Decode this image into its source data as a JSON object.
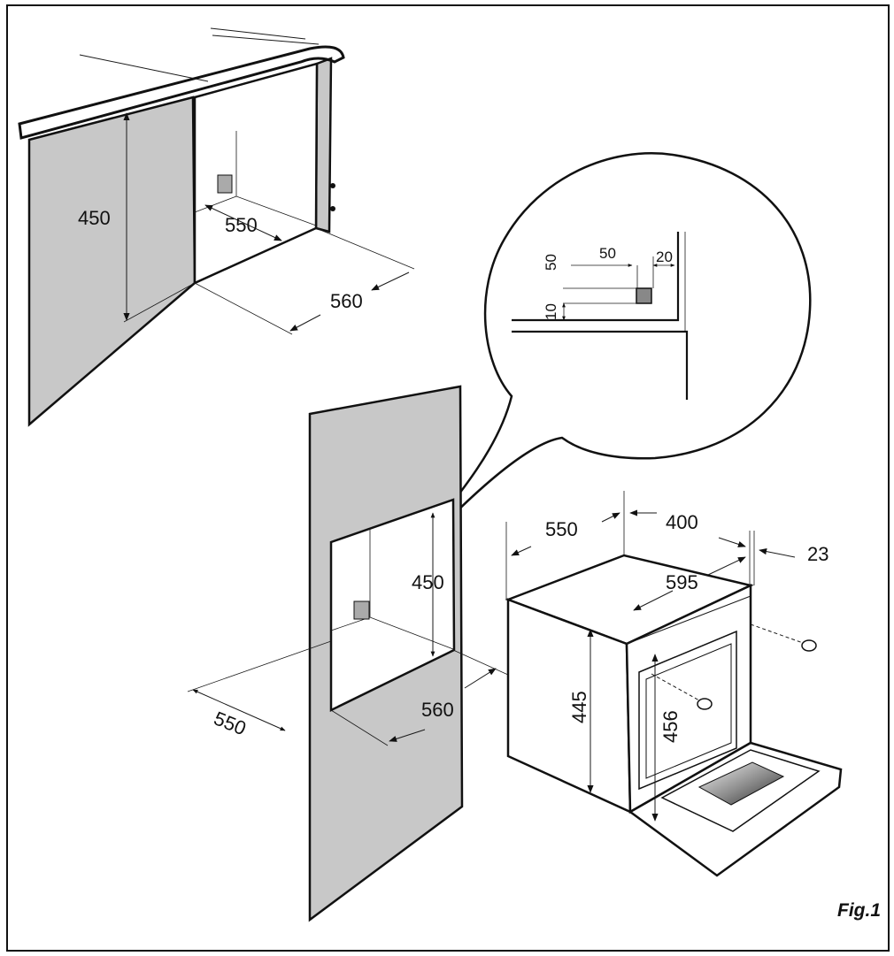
{
  "figure": {
    "caption": "Fig.1",
    "colors": {
      "panel": "#c8c8c8",
      "line": "#111111",
      "background": "#ffffff"
    },
    "cabinet_under_counter": {
      "height": "450",
      "inner_depth": "550",
      "width": "560"
    },
    "detail_zoom": {
      "offset_horizontal": "50",
      "offset_edge": "20",
      "height_top": "50",
      "height_bottom": "10"
    },
    "tall_cabinet": {
      "height": "450",
      "depth": "550",
      "width": "560"
    },
    "oven": {
      "depth": "550",
      "top_depth": "400",
      "front_thickness": "23",
      "width": "595",
      "body_height": "445",
      "front_height": "456"
    }
  }
}
